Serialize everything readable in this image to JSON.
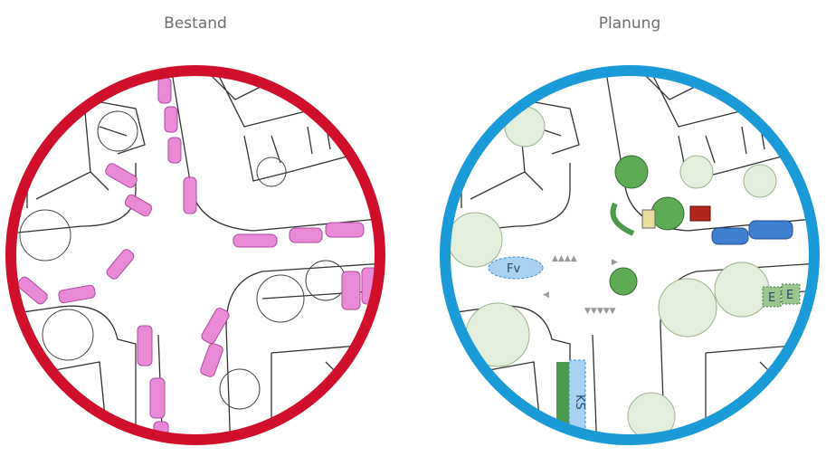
{
  "panels": [
    {
      "title": "Bestand",
      "ring_color": "#d0102a"
    },
    {
      "title": "Planung",
      "ring_color": "#1a9ad6",
      "sketch_labels": {
        "fv": "Fv",
        "e1": "E",
        "e2": "E",
        "ks": "KS"
      }
    }
  ]
}
